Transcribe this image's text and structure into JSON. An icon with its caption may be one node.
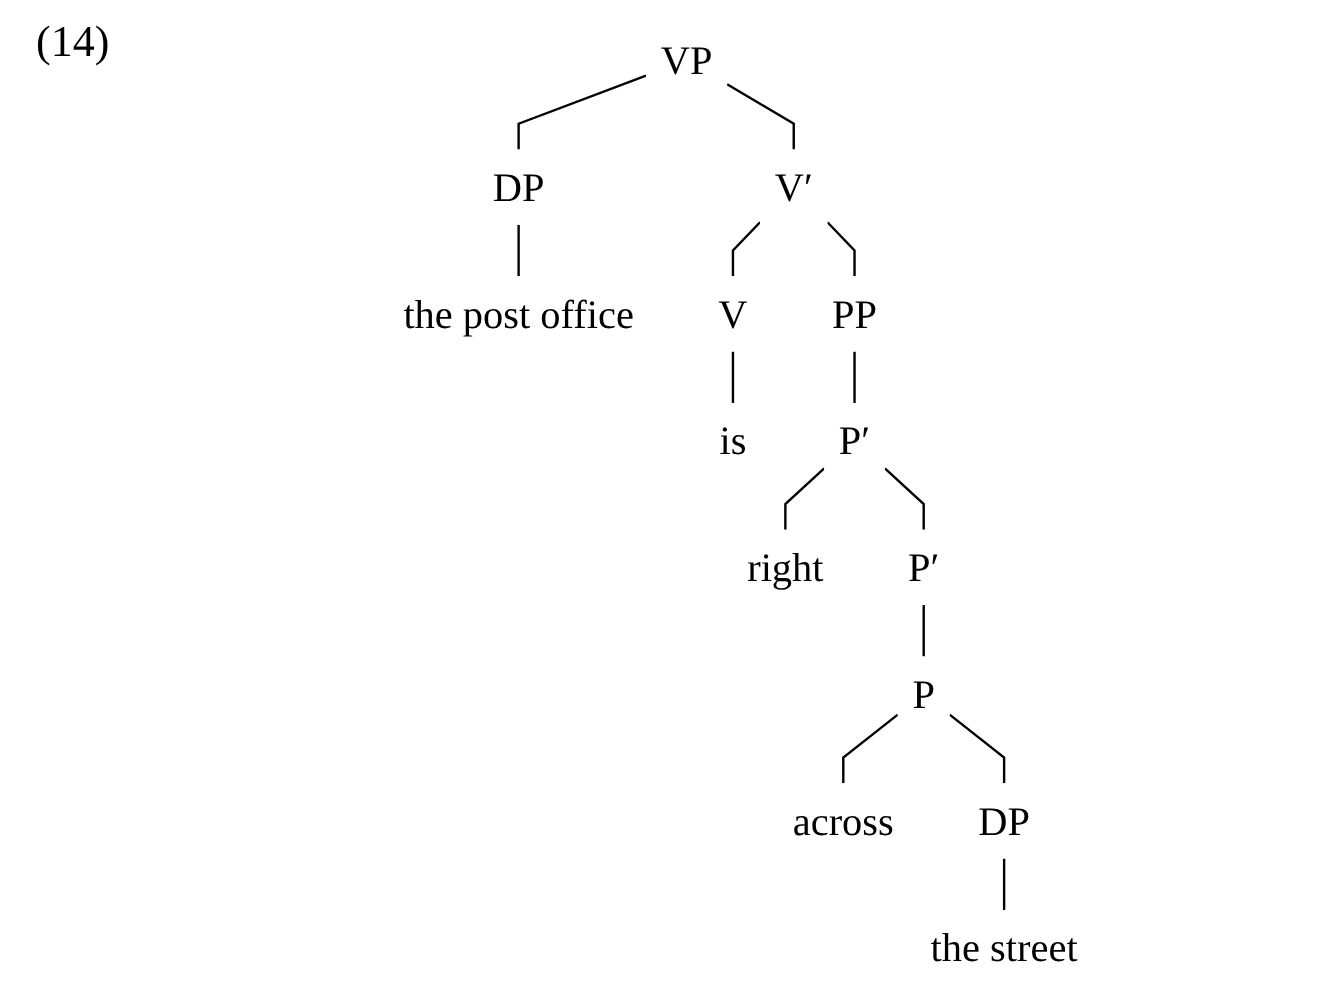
{
  "diagram": {
    "nodes": [
      {
        "text": [
          "VP"
        ]
      },
      {
        "text": [
          "DP"
        ]
      },
      {
        "text": [
          "V′"
        ]
      },
      {
        "text": [
          "the post office"
        ]
      },
      {
        "text": [
          "V"
        ]
      },
      {
        "text": [
          "PP"
        ]
      },
      {
        "text": [
          "is"
        ]
      },
      {
        "text": [
          "P′"
        ]
      },
      {
        "text": [
          "right"
        ]
      },
      {
        "text": [
          "P′"
        ]
      },
      {
        "text": [
          "P"
        ]
      },
      {
        "text": [
          "across"
        ]
      },
      {
        "text": [
          "DP"
        ]
      },
      {
        "text": [
          "the street"
        ]
      }
    ],
    "edges": [
      {
        "from": 0,
        "to": 1,
        "arrow": "none"
      },
      {
        "from": 0,
        "to": 2,
        "arrow": "none"
      },
      {
        "from": 1,
        "to": 3,
        "arrow": "none"
      },
      {
        "from": 2,
        "to": 4,
        "arrow": "none"
      },
      {
        "from": 2,
        "to": 5,
        "arrow": "none"
      },
      {
        "from": 4,
        "to": 6,
        "arrow": "none"
      },
      {
        "from": 5,
        "to": 7,
        "arrow": "none"
      },
      {
        "from": 7,
        "to": 8,
        "arrow": "none"
      },
      {
        "from": 7,
        "to": 9,
        "arrow": "none"
      },
      {
        "from": 9,
        "to": 10,
        "arrow": "none"
      },
      {
        "from": 10,
        "to": 11,
        "arrow": "none"
      },
      {
        "from": 10,
        "to": 12,
        "arrow": "none"
      },
      {
        "from": 12,
        "to": 13,
        "arrow": "none"
      }
    ],
    "labels": [
      "(14)"
    ]
  }
}
